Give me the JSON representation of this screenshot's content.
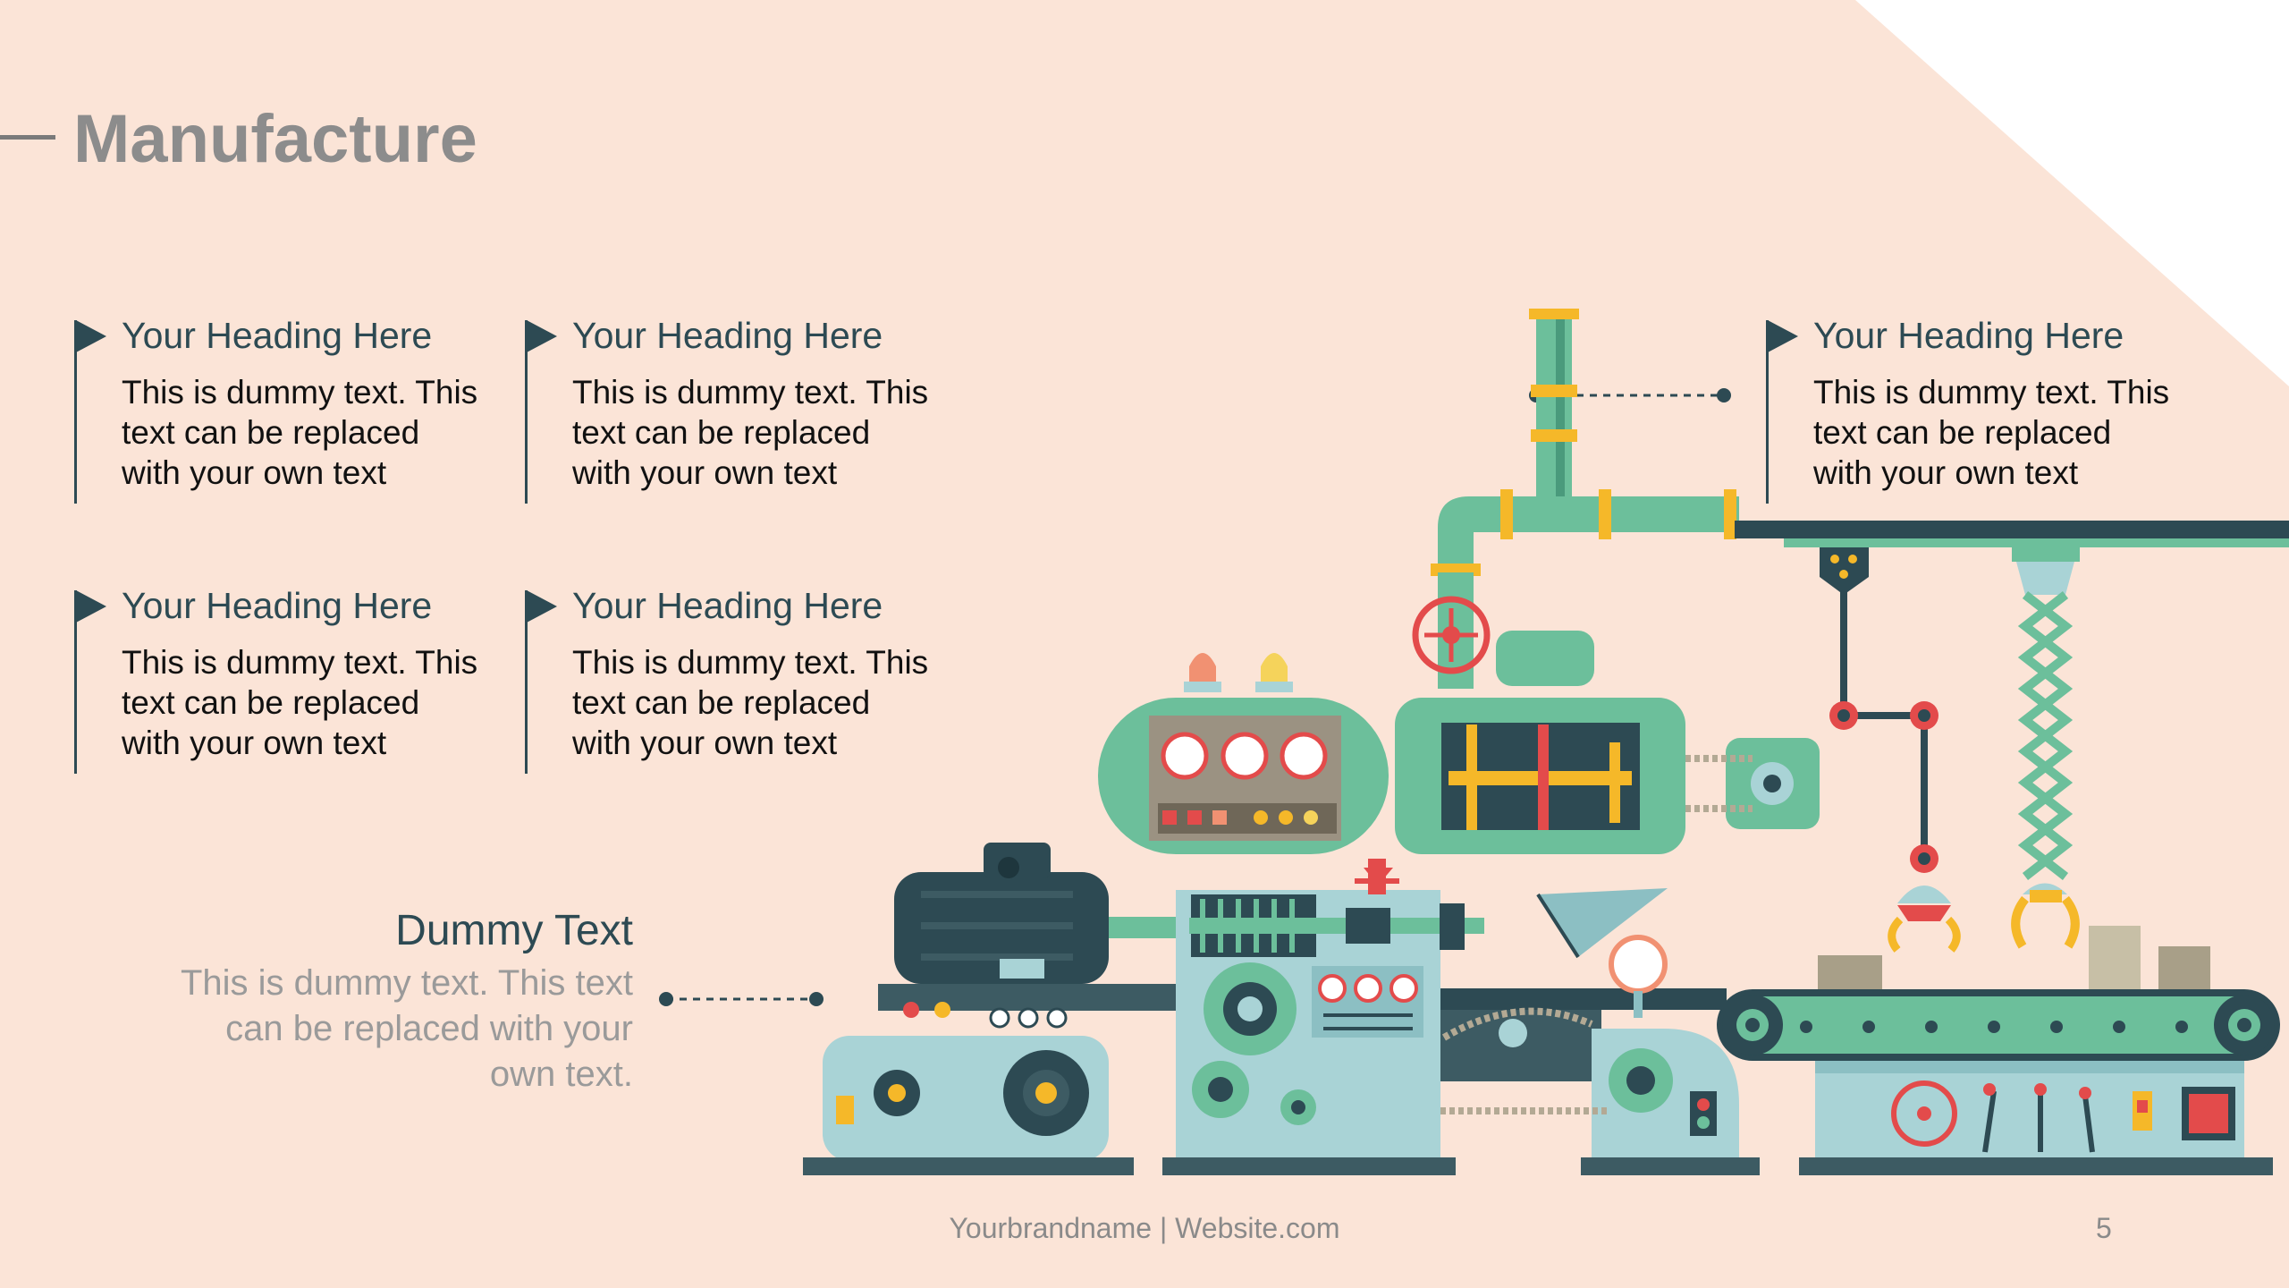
{
  "slide": {
    "title": "Manufacture",
    "blocks": [
      {
        "heading": "Your Heading Here",
        "body": "This is dummy text. This text can be replaced with your own text"
      },
      {
        "heading": "Your Heading Here",
        "body": "This is dummy text. This text can be replaced with your own text"
      },
      {
        "heading": "Your Heading Here",
        "body": "This is dummy text. This text can be replaced with your own text"
      },
      {
        "heading": "Your Heading Here",
        "body": "This is dummy text. This text can be replaced with your own text"
      },
      {
        "heading": "Your Heading Here",
        "body": "This is dummy text. This text can be replaced with your own text"
      }
    ],
    "callout": {
      "title": "Dummy Text",
      "body": "This is dummy text. This text can be replaced with your own text."
    },
    "footer": "Yourbrandname | Website.com",
    "page_number": "5"
  },
  "colors": {
    "background": "#fbe4d7",
    "accent_dark": "#2d4a53",
    "machine_green": "#6cbf9b",
    "machine_light_blue": "#a9d3d6",
    "gold": "#f5b829",
    "red": "#e34b4b"
  }
}
